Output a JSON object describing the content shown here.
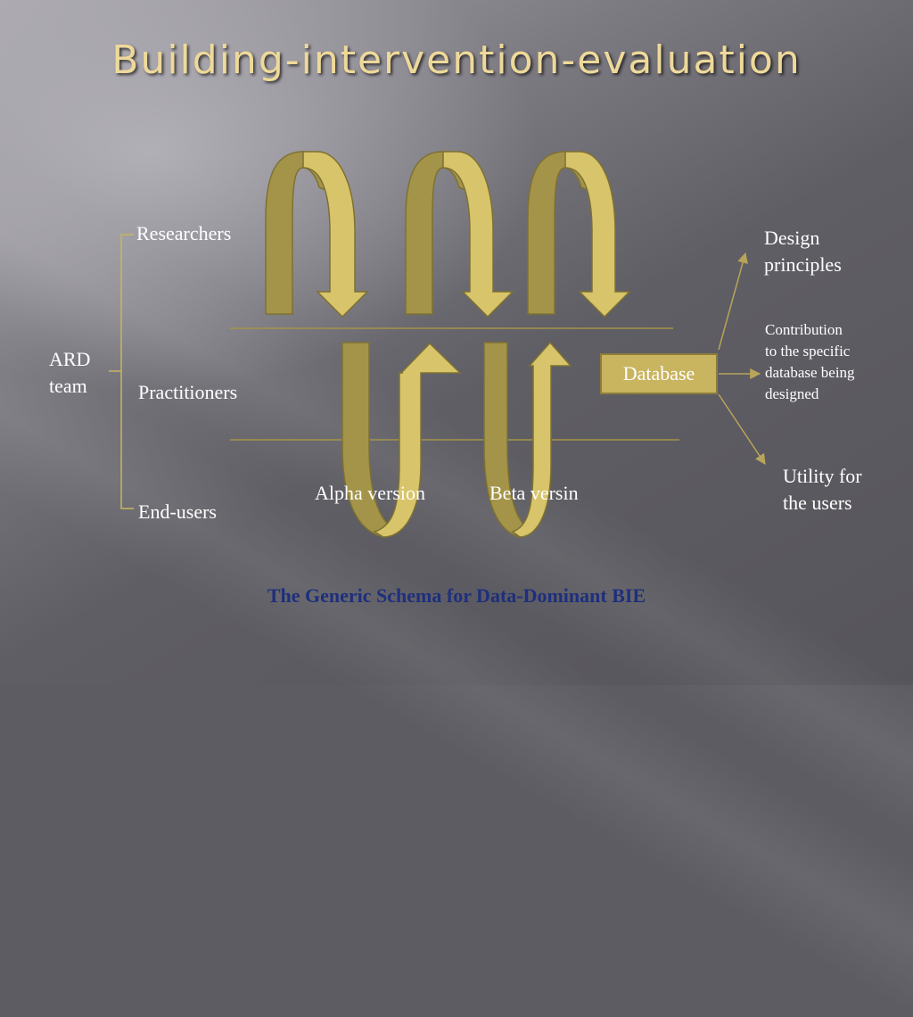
{
  "slide": {
    "title": "Building-intervention-evaluation",
    "caption": "The Generic Schema for Data-Dominant BIE"
  },
  "team": {
    "group_label_line1": "ARD",
    "group_label_line2": "team",
    "roles": [
      "Researchers",
      "Practitioners",
      "End-users"
    ]
  },
  "versions": [
    "Alpha version",
    "Beta versin"
  ],
  "database": {
    "label": "Database"
  },
  "outputs": {
    "design_line1": "Design",
    "design_line2": "principles",
    "contribution_lines": [
      "Contribution",
      "to the specific",
      "database being",
      "designed"
    ],
    "utility_line1": "Utility for",
    "utility_line2": "the users"
  },
  "colors": {
    "arrow_light": "#d8c46a",
    "arrow_dark": "#a39449",
    "arrow_outline": "#7e7132",
    "title": "#eed99a",
    "caption": "#1e2f7d",
    "connector": "#b8a45a"
  }
}
